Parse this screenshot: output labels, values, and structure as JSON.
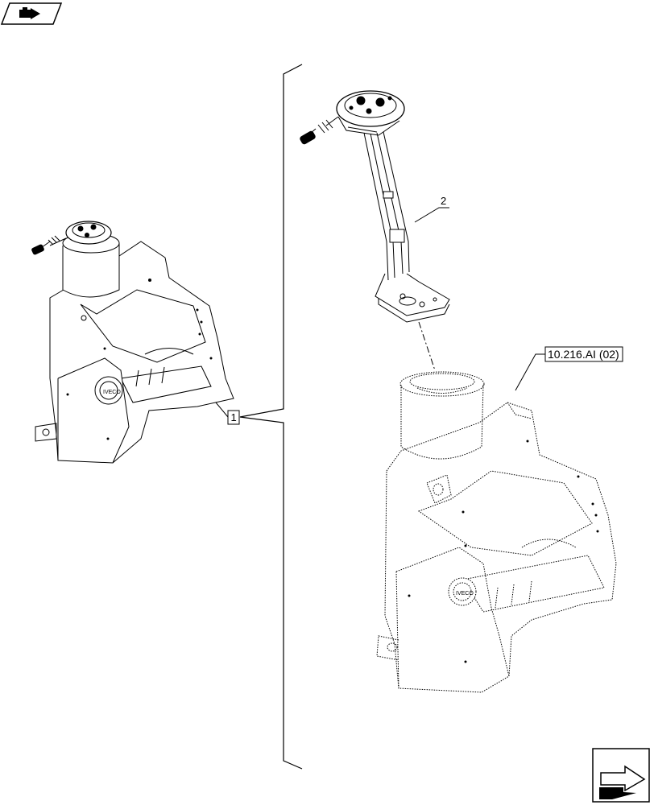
{
  "callouts": {
    "item_1": "1",
    "item_2": "2",
    "reference": "10.216.AI (02)"
  },
  "icons": {
    "top_left": "flag-arrow-icon",
    "bottom_right": "next-page-arrow-icon"
  },
  "colors": {
    "line": "#000000",
    "background": "#ffffff"
  }
}
